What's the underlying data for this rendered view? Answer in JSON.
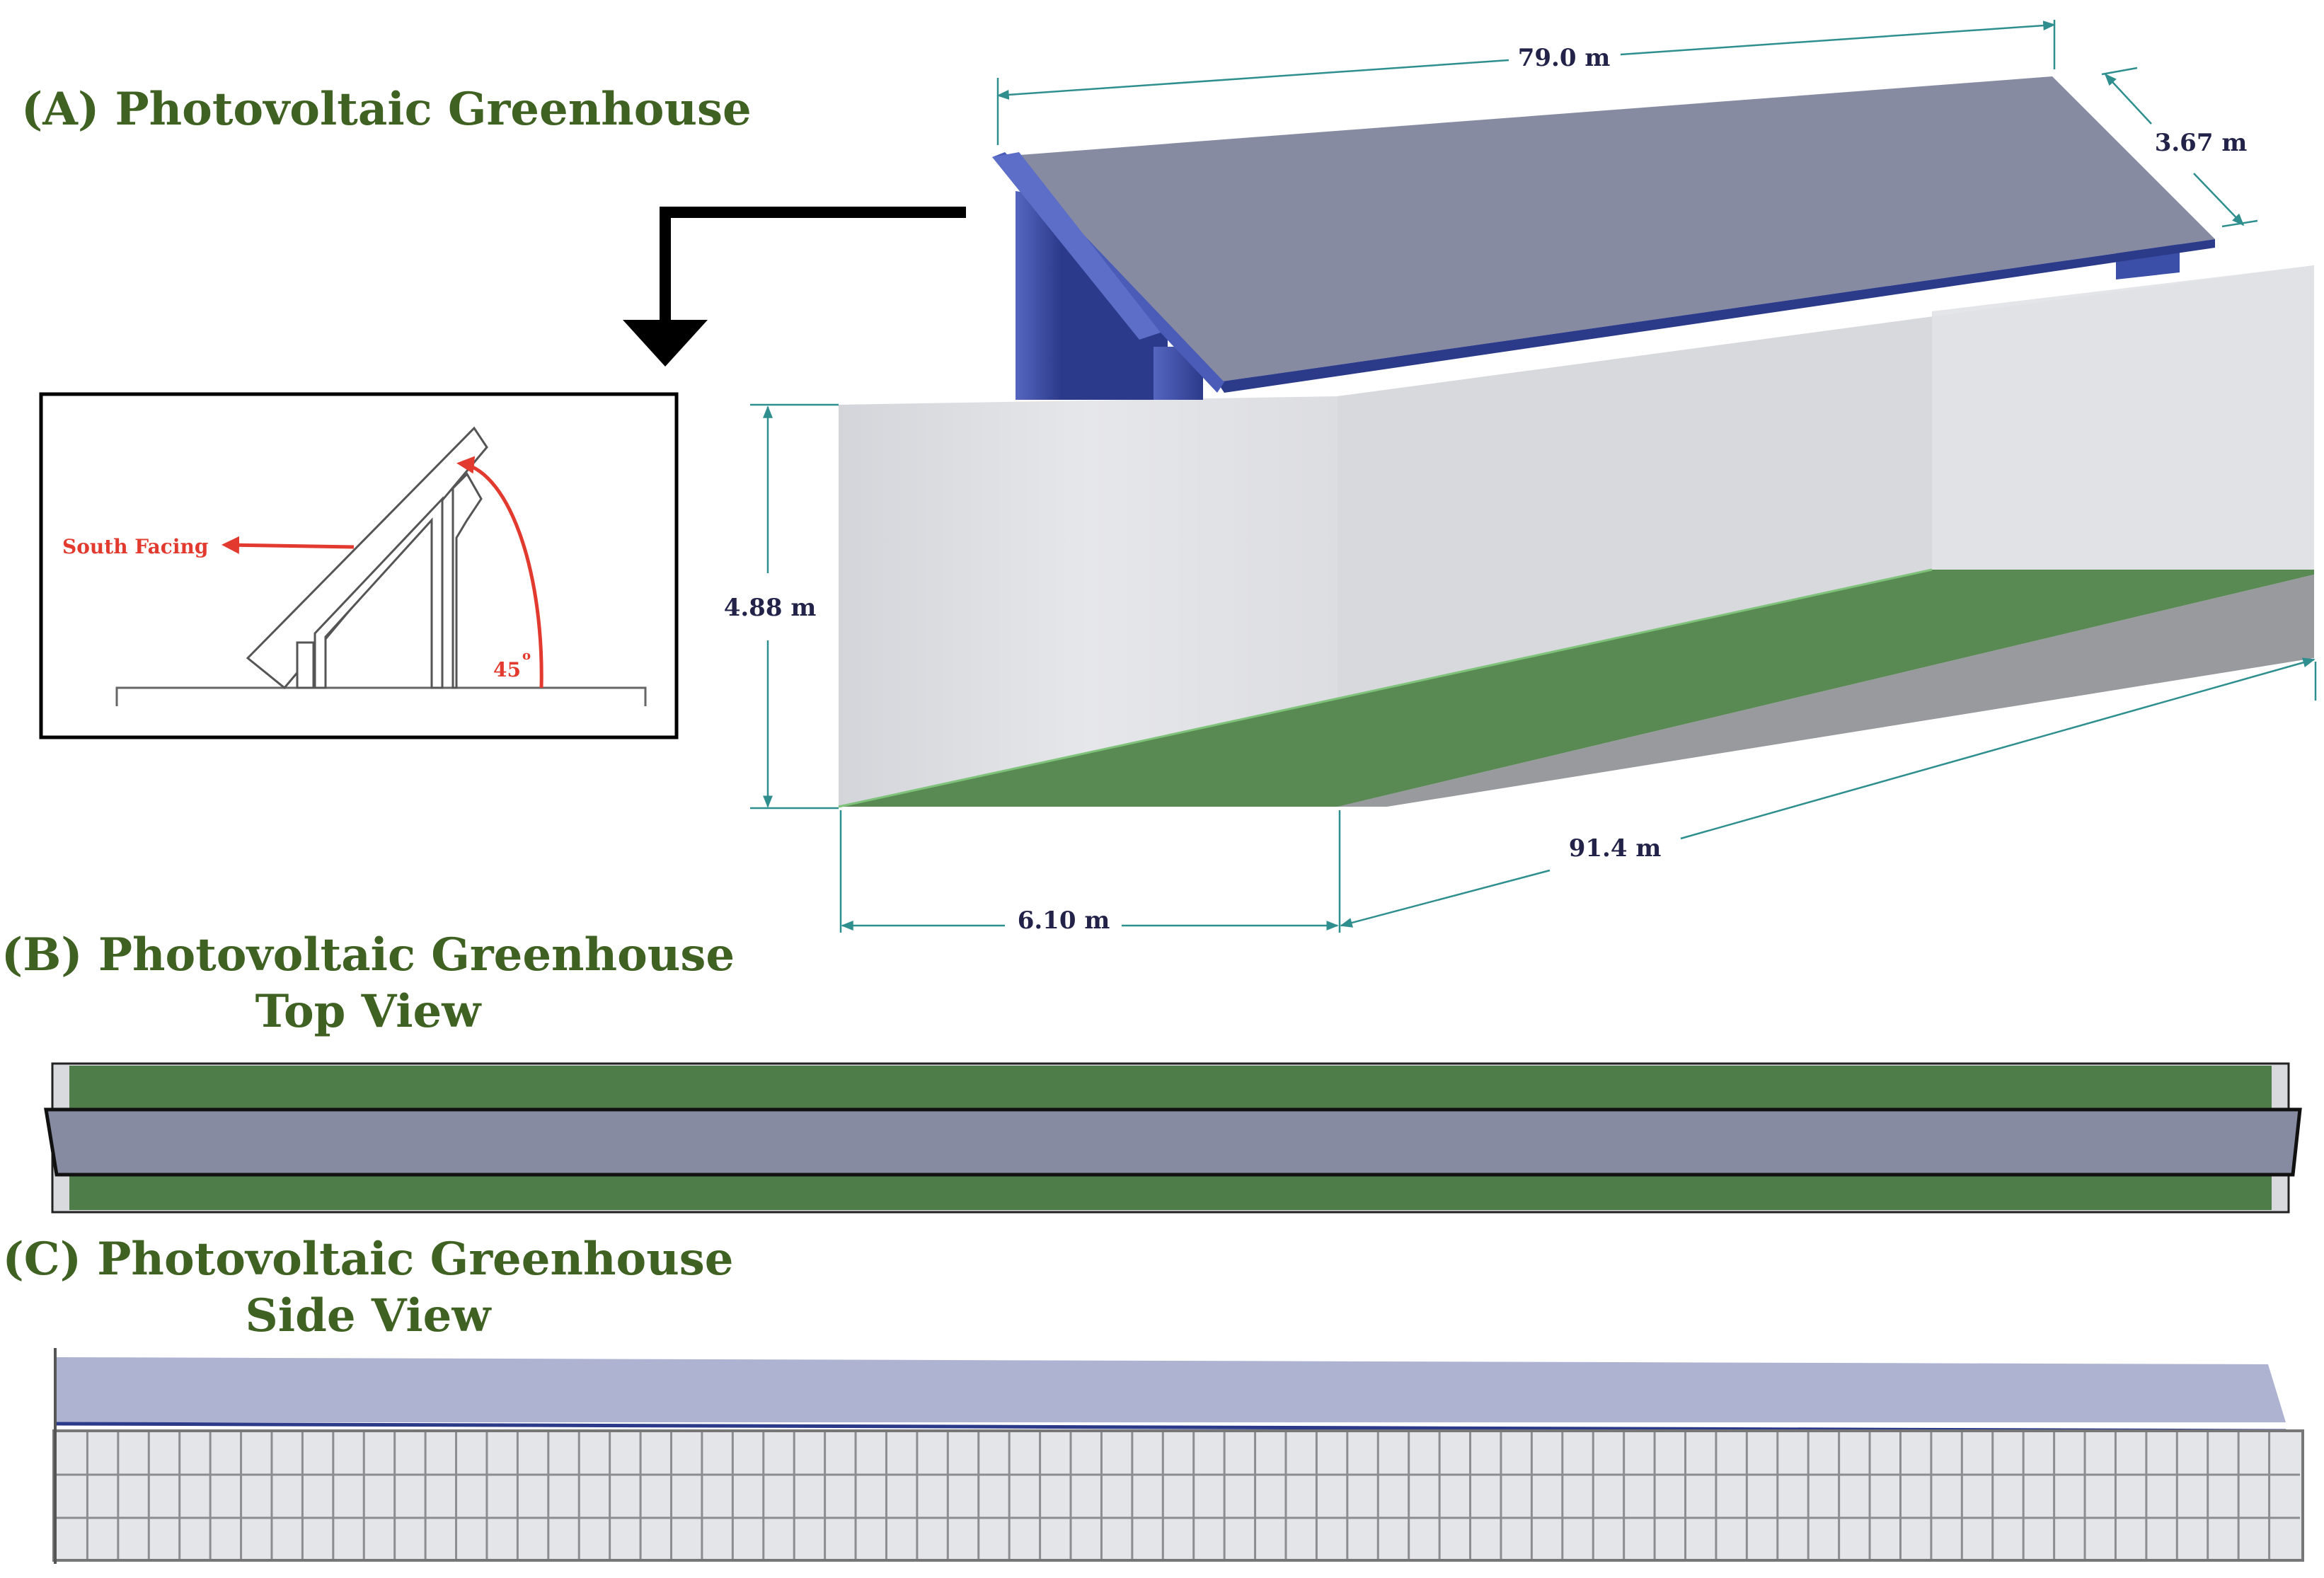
{
  "panels": {
    "a": {
      "title": "(A) Photovoltaic Greenhouse"
    },
    "b": {
      "title_line1": "(B) Photovoltaic Greenhouse",
      "title_line2": "Top View"
    },
    "c": {
      "title_line1": "(C) Photovoltaic Greenhouse",
      "title_line2": "Side View"
    }
  },
  "dimensions": {
    "panel_length": "79.0 m",
    "panel_width": "3.67 m",
    "height": "4.88 m",
    "width": "6.10 m",
    "length": "91.4 m"
  },
  "inset": {
    "direction_label": "South Facing",
    "tilt_angle": "45",
    "degree_symbol": "o"
  },
  "colors": {
    "title_green": "#3f6121",
    "panel_gray": "#868ba1",
    "frame_blue": "#3b4fa8",
    "floor_green": "#4f7d4a",
    "dimension_line": "#2f8f8f",
    "dimension_text": "#23234a",
    "arrow_red": "#e23a2e"
  }
}
